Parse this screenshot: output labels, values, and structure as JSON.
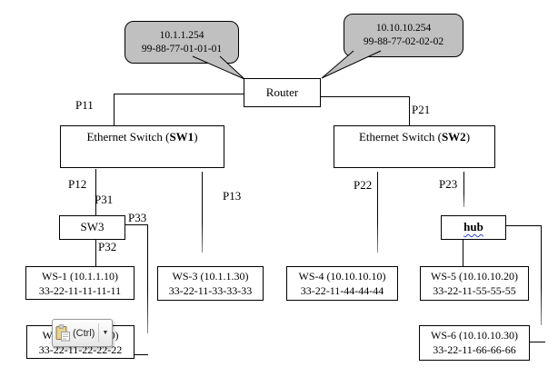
{
  "diagram": {
    "callouts": [
      {
        "line1": "10.1.1.254",
        "line2": "99-88-77-01-01-01"
      },
      {
        "line1": "10.10.10.254",
        "line2": "99-88-77-02-02-02"
      }
    ],
    "router": {
      "label": "Router"
    },
    "switches": {
      "sw1": {
        "prefix": "Ethernet Switch (",
        "name": "SW1",
        "suffix": ")"
      },
      "sw2": {
        "prefix": "Ethernet Switch (",
        "name": "SW2",
        "suffix": ")"
      },
      "sw3": {
        "label": "SW3"
      },
      "hub": {
        "label": "hub"
      }
    },
    "workstations": {
      "ws1": {
        "line1": "WS-1 (10.1.1.10)",
        "line2": "33-22-11-11-11-11"
      },
      "ws2": {
        "line1": "WS-2 (10.1.1.20)",
        "line2": "33-22-11-22-22-22"
      },
      "ws3": {
        "line1": "WS-3 (10.1.1.30)",
        "line2": "33-22-11-33-33-33"
      },
      "ws4": {
        "line1": "WS-4 (10.10.10.10)",
        "line2": "33-22-11-44-44-44"
      },
      "ws5": {
        "line1": "WS-5 (10.10.10.20)",
        "line2": "33-22-11-55-55-55"
      },
      "ws6": {
        "line1": "WS-6 (10.10.10.30)",
        "line2": "33-22-11-66-66-66"
      }
    },
    "ports": {
      "p11": "P11",
      "p21": "P21",
      "p12": "P12",
      "p31": "P31",
      "p13": "P13",
      "p33": "P33",
      "p32": "P32",
      "p22": "P22",
      "p23": "P23"
    }
  },
  "paste_options": {
    "label": "(Ctrl)",
    "arrow": "▼"
  },
  "colors": {
    "callout_fill": "#c0c0c0",
    "line": "#000000",
    "squiggle": "#2f44d0",
    "box_border": "#000000"
  }
}
